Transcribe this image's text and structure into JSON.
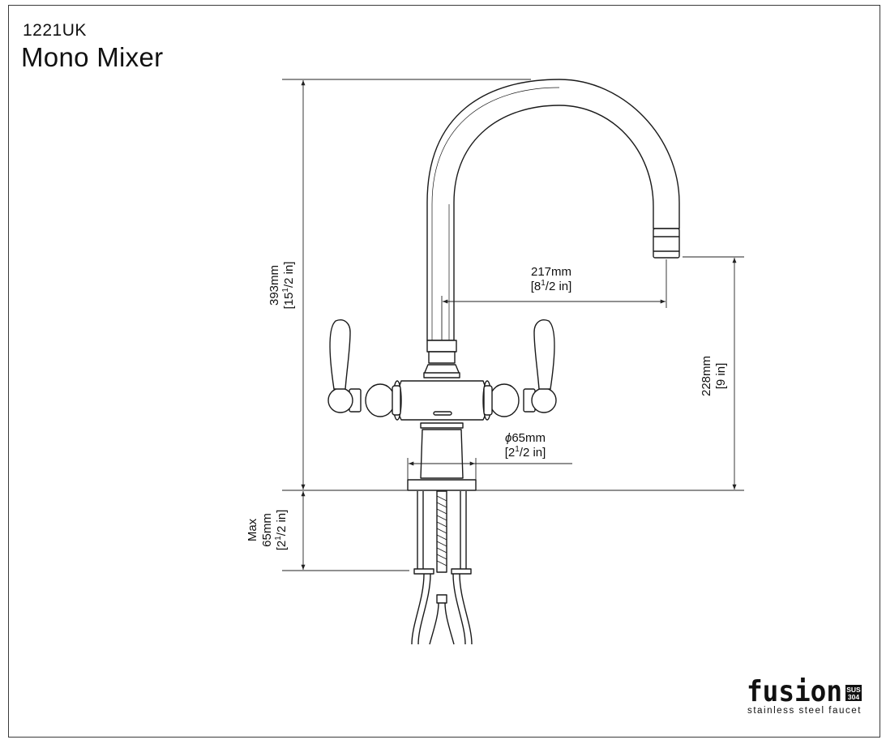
{
  "header": {
    "model_code": "1221UK",
    "product_name": "Mono Mixer"
  },
  "dimensions": {
    "total_height": {
      "mm": "393mm",
      "in": "[15",
      "in_frac": "1",
      "in_den": "/2",
      "in_unit": " in]"
    },
    "spout_reach": {
      "mm": "217mm",
      "in": "[8",
      "in_frac": "1",
      "in_den": "/2",
      "in_unit": " in]"
    },
    "spout_height": {
      "mm": "228mm",
      "in": "[9 in]"
    },
    "base_diameter": {
      "symbol": "ϕ",
      "mm": "65mm",
      "in": "[2",
      "in_frac": "1",
      "in_den": "/2",
      "in_unit": " in]"
    },
    "max_deck": {
      "label": "Max",
      "mm": "65mm",
      "in": "[2",
      "in_frac": "1",
      "in_den": "/2",
      "in_unit": " in]"
    }
  },
  "brand": {
    "wordmark": "fusion",
    "badge_top": "SUS",
    "badge_bottom": "304",
    "tagline": "stainless steel faucet"
  }
}
